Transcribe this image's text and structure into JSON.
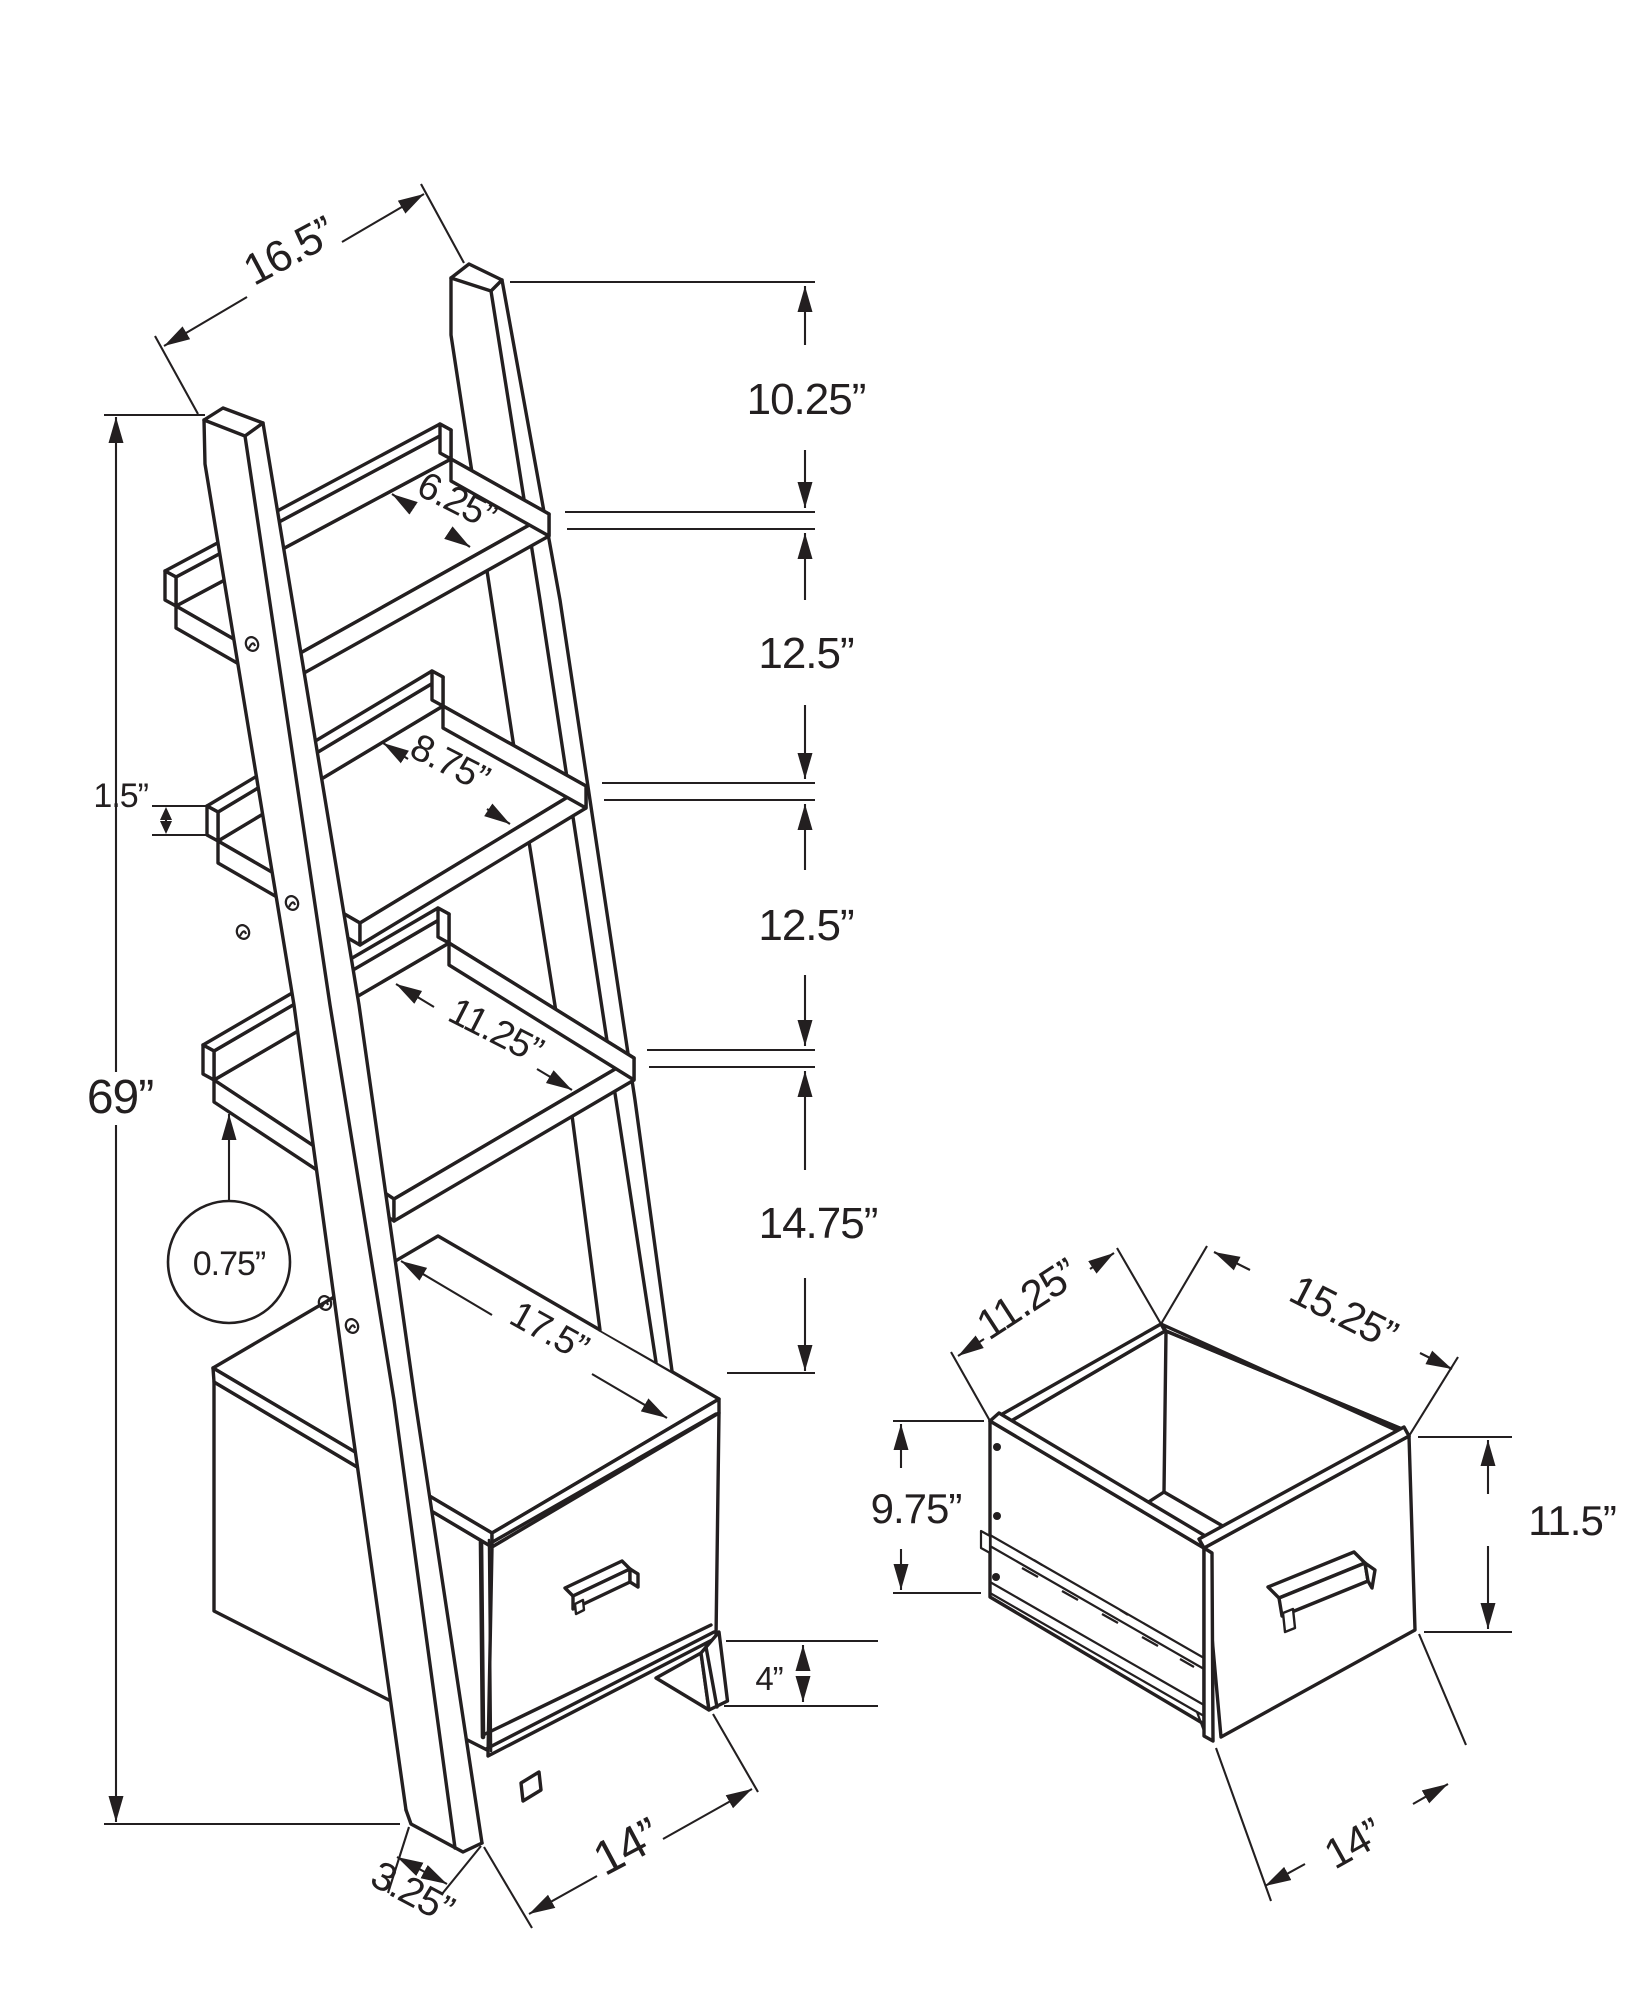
{
  "title": "furniture dimension diagram - ladder bookcase with storage drawer",
  "colors": {
    "line": "#231f20",
    "background": "#ffffff"
  },
  "figures": {
    "bookcase": {
      "name": "ladder-bookcase-dimension-diagram",
      "dims": {
        "overall_height": "69”",
        "top_width": "16.5”",
        "seg_top": "10.25”",
        "shelf1_depth": "6.25”",
        "seg_2": "12.5”",
        "shelf2_depth": "8.75”",
        "lip_height": "1.5”",
        "seg_3": "12.5”",
        "shelf3_depth": "11.25”",
        "board_thickness": "0.75”",
        "seg_4": "14.75”",
        "cabinet_top_depth": "17.5”",
        "leg_height": "4”",
        "cabinet_width": "14”",
        "rail_depth": "3.25”"
      }
    },
    "drawer": {
      "name": "storage-drawer-dimension-diagram",
      "dims": {
        "inner_depth": "11.25”",
        "inner_width": "15.25”",
        "side_height": "9.75”",
        "front_height": "11.5”",
        "front_width": "14”"
      }
    }
  }
}
